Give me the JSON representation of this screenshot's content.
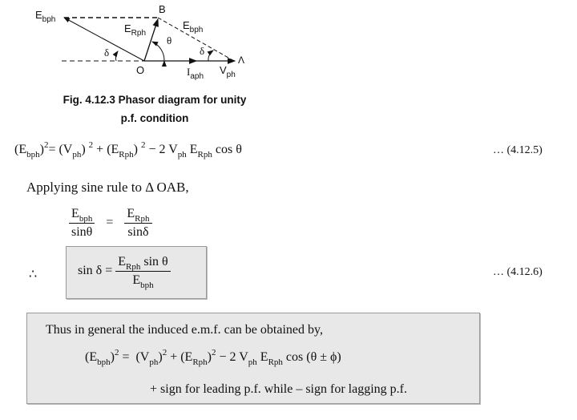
{
  "figure": {
    "labels": {
      "E": "E",
      "bph": "bph",
      "Rph": "Rph",
      "B": "B",
      "theta": "θ",
      "delta": "δ",
      "O": "O",
      "I": "I",
      "aph": "aph",
      "V": "V",
      "ph": "ph",
      "A": "A"
    },
    "caption_line1": "Fig. 4.12.3 Phasor diagram for unity",
    "caption_line2": "p.f. condition"
  },
  "eq_4_12_5": {
    "lhs_open": "(E",
    "lhs_sub": "bph",
    "lhs_close": ")",
    "sup": "2",
    "rest1": "= (V",
    "ph": "ph",
    "rest2": ") ",
    "rest3": " + (E",
    "Rph": "Rph",
    "rest4": ") ",
    "rest5": " − 2 V",
    "rest6": " E",
    "rest7": " cos θ",
    "number": "… (4.12.5)"
  },
  "sine_rule": {
    "text": "Applying sine rule to Δ OAB,",
    "E": "E",
    "bph": "bph",
    "Rph": "Rph",
    "sin_theta": "sinθ",
    "sin_delta": "sinδ",
    "eq": "="
  },
  "eq_4_12_6": {
    "therefore": "∴",
    "lhs": "sin δ =",
    "E": "E",
    "Rph": "Rph",
    "sin_theta": " sin θ",
    "bph": "bph",
    "number": "… (4.12.6)"
  },
  "general_box": {
    "intro": "Thus in general the induced e.m.f. can be obtained by,",
    "open": "(E",
    "bph": "bph",
    "close": ")",
    "sup": "2",
    "eq": " = ",
    "v": "(V",
    "ph": "ph",
    "p2": " + (E",
    "Rph": "Rph",
    "p3": " − 2 V",
    "p4": " E",
    "p5": " cos (θ ± ϕ)",
    "note": "+ sign for leading p.f. while – sign for lagging p.f."
  }
}
